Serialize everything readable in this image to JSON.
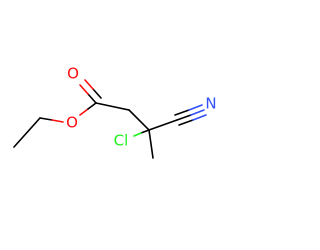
{
  "molecule": {
    "atoms": [
      {
        "id": "O_carbonyl",
        "symbol": "O",
        "color": "#ff0d0d"
      },
      {
        "id": "O_ester",
        "symbol": "O",
        "color": "#ff0d0d"
      },
      {
        "id": "N_nitrile",
        "symbol": "N",
        "color": "#3050f8"
      },
      {
        "id": "Cl",
        "symbol": "Cl",
        "color": "#1ff01f"
      }
    ],
    "bond_color": "#000000"
  }
}
